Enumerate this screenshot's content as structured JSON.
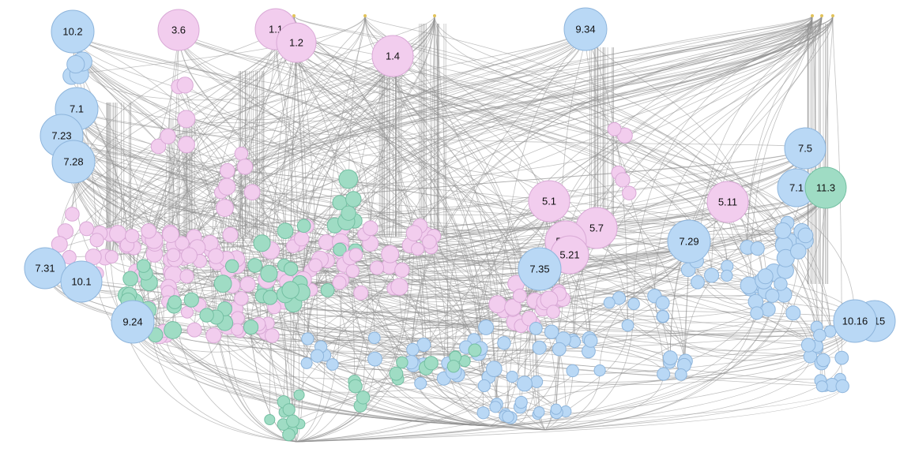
{
  "palette": {
    "pink": "#f2cdee",
    "pink_stroke": "#d9a9d6",
    "blue": "#b9d8f5",
    "blue_stroke": "#8eb5dc",
    "green": "#9fdcc4",
    "green_stroke": "#73bfa2",
    "edge": "#8f8f8f",
    "anchor": "#e2c35a"
  },
  "labels": {
    "n_10_2": "10.2",
    "n_3_6": "3.6",
    "n_1_1": "1.1",
    "n_1_2": "1.2",
    "n_1_4": "1.4",
    "n_9_34": "9.34",
    "n_7_1a": "7.1",
    "n_7_23": "7.23",
    "n_7_28": "7.28",
    "n_7_5": "7.5",
    "n_7_1b": "7.1",
    "n_11_3": "11.3",
    "n_5_1": "5.1",
    "n_5_11": "5.11",
    "n_5_7": "5.7",
    "n_5_12": "5.12",
    "n_5_21": "5.21",
    "n_7_35": "7.35",
    "n_7_29": "7.29",
    "n_7_31": "7.31",
    "n_10_1": "10.1",
    "n_9_24": "9.24",
    "n_10_16": "10.16",
    "n_15": "15"
  }
}
